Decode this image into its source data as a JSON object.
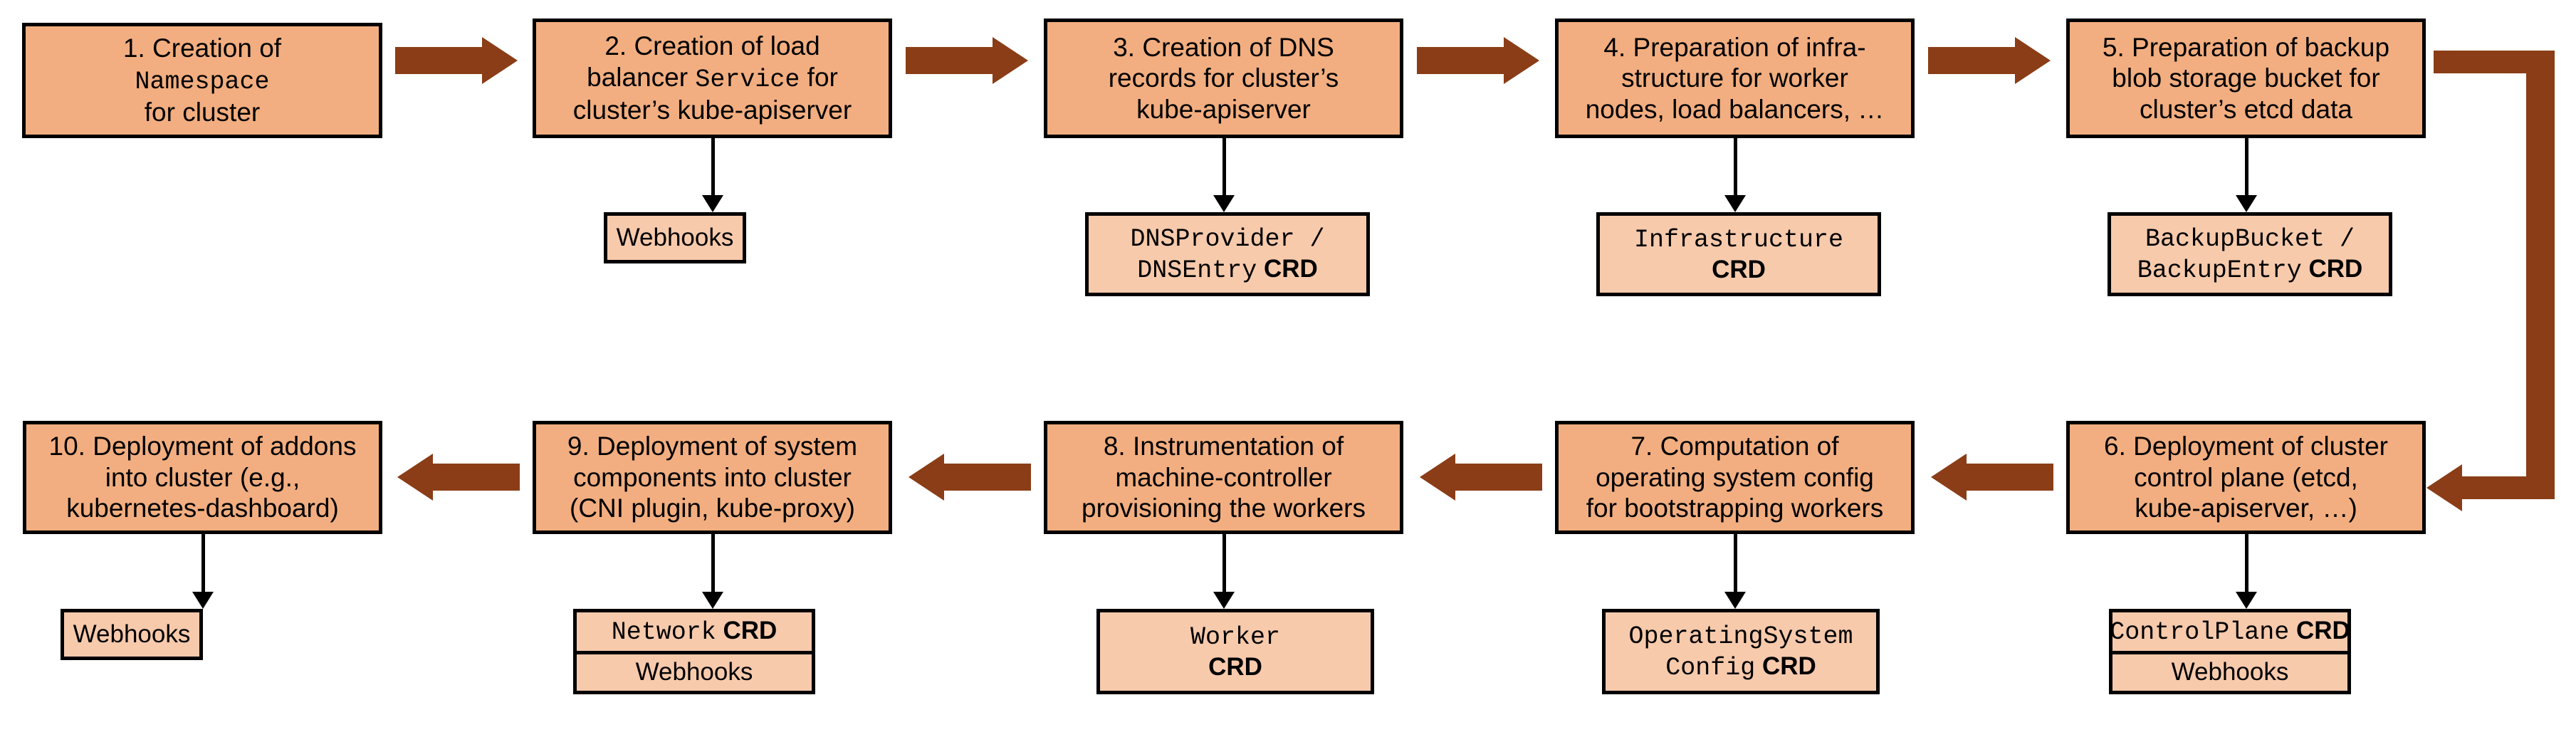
{
  "diagram": {
    "title": "Gardener shoot cluster reconciliation flow",
    "colors": {
      "step_fill": "#F2AE80",
      "artifact_fill": "#F7CAAC",
      "border": "#000000",
      "arrow": "#8A3D16",
      "background": "#FFFFFF"
    },
    "steps": [
      {
        "id": "step-1",
        "number": "1.",
        "lines": [
          {
            "text": "1. Creation of",
            "mono": false
          },
          {
            "text": "Namespace",
            "mono": true
          },
          {
            "text": "for cluster",
            "mono": false
          }
        ],
        "artifacts": []
      },
      {
        "id": "step-2",
        "number": "2.",
        "lines": [
          {
            "text": "2. Creation of load",
            "mono": false
          },
          {
            "text": "balancer Service for",
            "mono": "mixed"
          },
          {
            "text": "cluster’s kube-apiserver",
            "mono": false
          }
        ],
        "artifacts": [
          {
            "cells": [
              {
                "text": "Webhooks",
                "style": "plain"
              }
            ]
          }
        ]
      },
      {
        "id": "step-3",
        "number": "3.",
        "lines": [
          {
            "text": "3. Creation of DNS",
            "mono": false
          },
          {
            "text": "records for cluster’s",
            "mono": false
          },
          {
            "text": "kube-apiserver",
            "mono": false
          }
        ],
        "artifacts": [
          {
            "cells": [
              {
                "text": "DNSProvider / DNSEntry CRD",
                "style": "mono-crd"
              }
            ]
          }
        ]
      },
      {
        "id": "step-4",
        "number": "4.",
        "lines": [
          {
            "text": "4. Preparation of infra-",
            "mono": false
          },
          {
            "text": "structure for worker",
            "mono": false
          },
          {
            "text": "nodes, load balancers, …",
            "mono": false
          }
        ],
        "artifacts": [
          {
            "cells": [
              {
                "text": "Infrastructure CRD",
                "style": "mono-crd"
              }
            ]
          }
        ]
      },
      {
        "id": "step-5",
        "number": "5.",
        "lines": [
          {
            "text": "5. Preparation of backup",
            "mono": false
          },
          {
            "text": "blob storage bucket for",
            "mono": false
          },
          {
            "text": "cluster’s etcd data",
            "mono": false
          }
        ],
        "artifacts": [
          {
            "cells": [
              {
                "text": "BackupBucket / BackupEntry CRD",
                "style": "mono-crd"
              }
            ]
          }
        ]
      },
      {
        "id": "step-6",
        "number": "6.",
        "lines": [
          {
            "text": "6. Deployment of cluster",
            "mono": false
          },
          {
            "text": "control plane (etcd,",
            "mono": false
          },
          {
            "text": "kube-apiserver, …)",
            "mono": false
          }
        ],
        "artifacts": [
          {
            "cells": [
              {
                "text": "ControlPlane CRD",
                "style": "mono-crd"
              },
              {
                "text": "Webhooks",
                "style": "plain"
              }
            ]
          }
        ]
      },
      {
        "id": "step-7",
        "number": "7.",
        "lines": [
          {
            "text": "7. Computation of",
            "mono": false
          },
          {
            "text": "operating system config",
            "mono": false
          },
          {
            "text": "for bootstrapping workers",
            "mono": false
          }
        ],
        "artifacts": [
          {
            "cells": [
              {
                "text": "OperatingSystemConfig CRD",
                "style": "mono-crd"
              }
            ]
          }
        ]
      },
      {
        "id": "step-8",
        "number": "8.",
        "lines": [
          {
            "text": "8. Instrumentation of",
            "mono": false
          },
          {
            "text": "machine-controller",
            "mono": false
          },
          {
            "text": "provisioning the workers",
            "mono": false
          }
        ],
        "artifacts": [
          {
            "cells": [
              {
                "text": "Worker CRD",
                "style": "mono-crd"
              }
            ]
          }
        ]
      },
      {
        "id": "step-9",
        "number": "9.",
        "lines": [
          {
            "text": "9. Deployment of system",
            "mono": false
          },
          {
            "text": "components into cluster",
            "mono": false
          },
          {
            "text": "(CNI plugin, kube-proxy)",
            "mono": false
          }
        ],
        "artifacts": [
          {
            "cells": [
              {
                "text": "Network CRD",
                "style": "mono-crd"
              },
              {
                "text": "Webhooks",
                "style": "plain"
              }
            ]
          }
        ]
      },
      {
        "id": "step-10",
        "number": "10.",
        "lines": [
          {
            "text": "10. Deployment of addons",
            "mono": false
          },
          {
            "text": "into cluster (e.g.,",
            "mono": false
          },
          {
            "text": "kubernetes-dashboard)",
            "mono": false
          }
        ],
        "artifacts": [
          {
            "cells": [
              {
                "text": "Webhooks",
                "style": "plain"
              }
            ]
          }
        ]
      }
    ],
    "flow_arrows": [
      {
        "from": "step-1",
        "to": "step-2",
        "direction": "right"
      },
      {
        "from": "step-2",
        "to": "step-3",
        "direction": "right"
      },
      {
        "from": "step-3",
        "to": "step-4",
        "direction": "right"
      },
      {
        "from": "step-4",
        "to": "step-5",
        "direction": "right"
      },
      {
        "from": "step-5",
        "to": "step-6",
        "direction": "elbow-down-left"
      },
      {
        "from": "step-6",
        "to": "step-7",
        "direction": "left"
      },
      {
        "from": "step-7",
        "to": "step-8",
        "direction": "left"
      },
      {
        "from": "step-8",
        "to": "step-9",
        "direction": "left"
      },
      {
        "from": "step-9",
        "to": "step-10",
        "direction": "left"
      }
    ],
    "labels": {
      "s1_l1": "1. Creation of",
      "s1_l2": "Namespace",
      "s1_l3": "for cluster",
      "s2_l1": "2. Creation of load",
      "s2_l2a": "balancer ",
      "s2_l2b": "Service",
      "s2_l2c": " for",
      "s2_l3": "cluster’s kube-apiserver",
      "s2_a1": "Webhooks",
      "s3_l1": "3. Creation of DNS",
      "s3_l2": "records for cluster’s",
      "s3_l3": "kube-apiserver",
      "s3_a1a": "DNSProvider /",
      "s3_a1b": "DNSEntry",
      "s3_a1c": "CRD",
      "s4_l1": "4. Preparation of infra-",
      "s4_l2": "structure for worker",
      "s4_l3": "nodes, load balancers, …",
      "s4_a1a": "Infrastructure",
      "s4_a1b": "CRD",
      "s5_l1": "5. Preparation of backup",
      "s5_l2": "blob storage bucket for",
      "s5_l3": "cluster’s etcd data",
      "s5_a1a": "BackupBucket /",
      "s5_a1b": "BackupEntry",
      "s5_a1c": "CRD",
      "s6_l1": "6. Deployment of cluster",
      "s6_l2": "control plane (etcd,",
      "s6_l3": "kube-apiserver, …)",
      "s6_a1a": "ControlPlane",
      "s6_a1b": "CRD",
      "s6_a2": "Webhooks",
      "s7_l1": "7. Computation of",
      "s7_l2": "operating system config",
      "s7_l3": "for bootstrapping workers",
      "s7_a1a": "OperatingSystem",
      "s7_a1b": "Config",
      "s7_a1c": "CRD",
      "s8_l1": "8. Instrumentation of",
      "s8_l2": "machine-controller",
      "s8_l3": "provisioning the workers",
      "s8_a1a": "Worker",
      "s8_a1b": "CRD",
      "s9_l1": "9. Deployment of system",
      "s9_l2": "components into cluster",
      "s9_l3": "(CNI plugin, kube-proxy)",
      "s9_a1a": "Network",
      "s9_a1b": "CRD",
      "s9_a2": "Webhooks",
      "s10_l1": "10. Deployment of addons",
      "s10_l2": "into cluster (e.g.,",
      "s10_l3": "kubernetes-dashboard)",
      "s10_a1": "Webhooks"
    }
  }
}
